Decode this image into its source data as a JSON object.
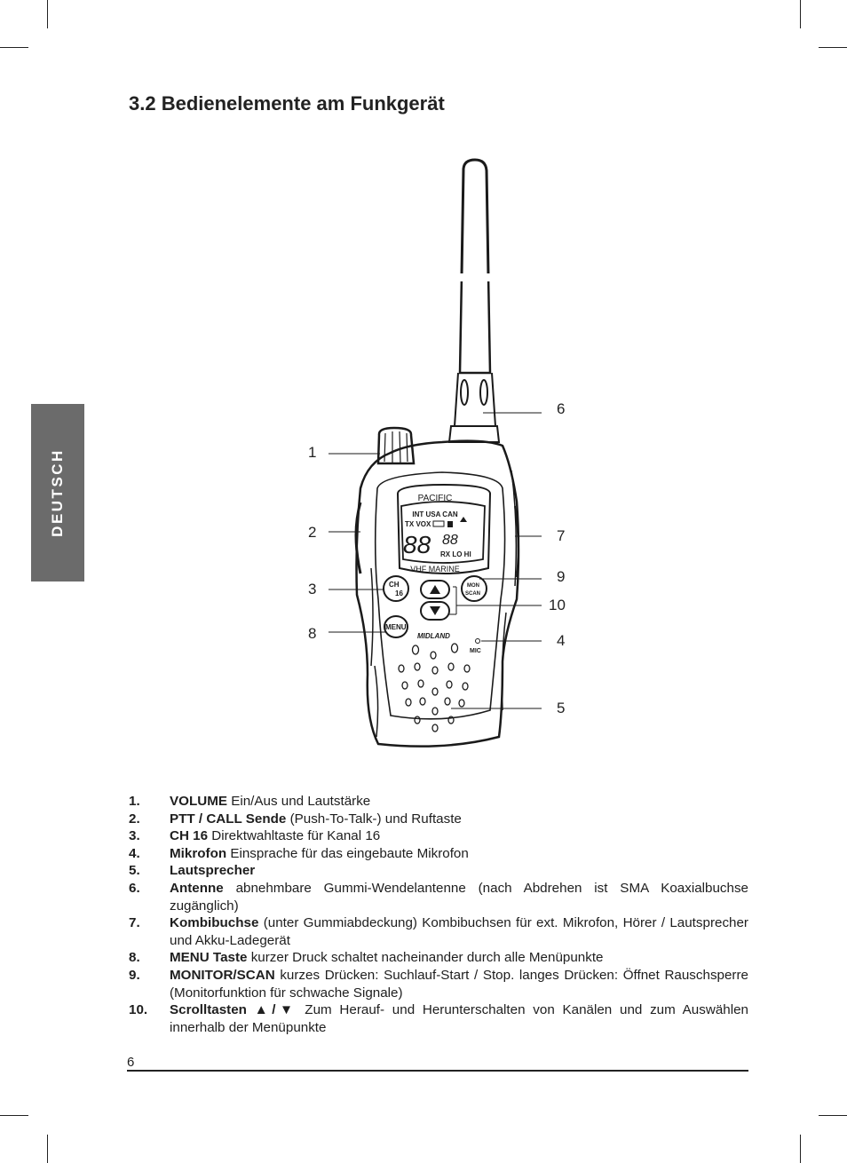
{
  "side_tab": "DEUTSCH",
  "section_title": "3.2 Bedienelemente am Funkgerät",
  "figure": {
    "display": {
      "brand_top": "PACIFIC",
      "modes": "INT USA CAN",
      "status": "TX VOX",
      "digits_large": "88",
      "digits_small": "88",
      "rx_lo_hi": "RX LO HI",
      "brand_bottom": "VHF MARINE"
    },
    "buttons": {
      "ch16_line1": "CH",
      "ch16_line2": "16",
      "mon_line1": "MON",
      "mon_line2": "SCAN",
      "menu": "MENU"
    },
    "logo": "MIDLAND",
    "mic_label": "MIC",
    "callouts": [
      "1",
      "2",
      "3",
      "8",
      "6",
      "7",
      "9",
      "10",
      "4",
      "5"
    ]
  },
  "legend": [
    {
      "num": "1.",
      "term": "VOLUME",
      "text": " Ein/Aus und Lautstärke"
    },
    {
      "num": "2.",
      "term": "PTT / CALL Sende",
      "text": " (Push-To-Talk-) und Ruftaste"
    },
    {
      "num": "3.",
      "term": "CH 16",
      "text": " Direktwahltaste für Kanal 16"
    },
    {
      "num": "4.",
      "term": "Mikrofon",
      "text": " Einsprache für das eingebaute Mikrofon"
    },
    {
      "num": "5.",
      "term": "Lautsprecher",
      "text": ""
    },
    {
      "num": "6.",
      "term": "Antenne",
      "text": " abnehmbare Gummi-Wendelantenne (nach Abdrehen ist SMA Koaxialbuchse zugänglich)"
    },
    {
      "num": "7.",
      "term": "Kombibuchse",
      "text": " (unter Gummiabdeckung) Kombibuchsen für ext. Mikrofon, Hörer / Lautsprecher und Akku-Ladegerät"
    },
    {
      "num": "8.",
      "term": "MENU Taste",
      "text": " kurzer Druck schaltet nacheinander durch alle Menüpunkte"
    },
    {
      "num": "9.",
      "term": "MONITOR/SCAN",
      "text": " kurzes Drücken: Suchlauf-Start / Stop. langes Drücken: Öffnet Rauschsperre (Monitorfunktion für schwache Signale)"
    },
    {
      "num": "10.",
      "term": "Scrolltasten ▲/▼",
      "text": " Zum Herauf- und Herunterschalten von Kanälen und zum Auswählen innerhalb der Menüpunkte"
    }
  ],
  "page_number": "6"
}
